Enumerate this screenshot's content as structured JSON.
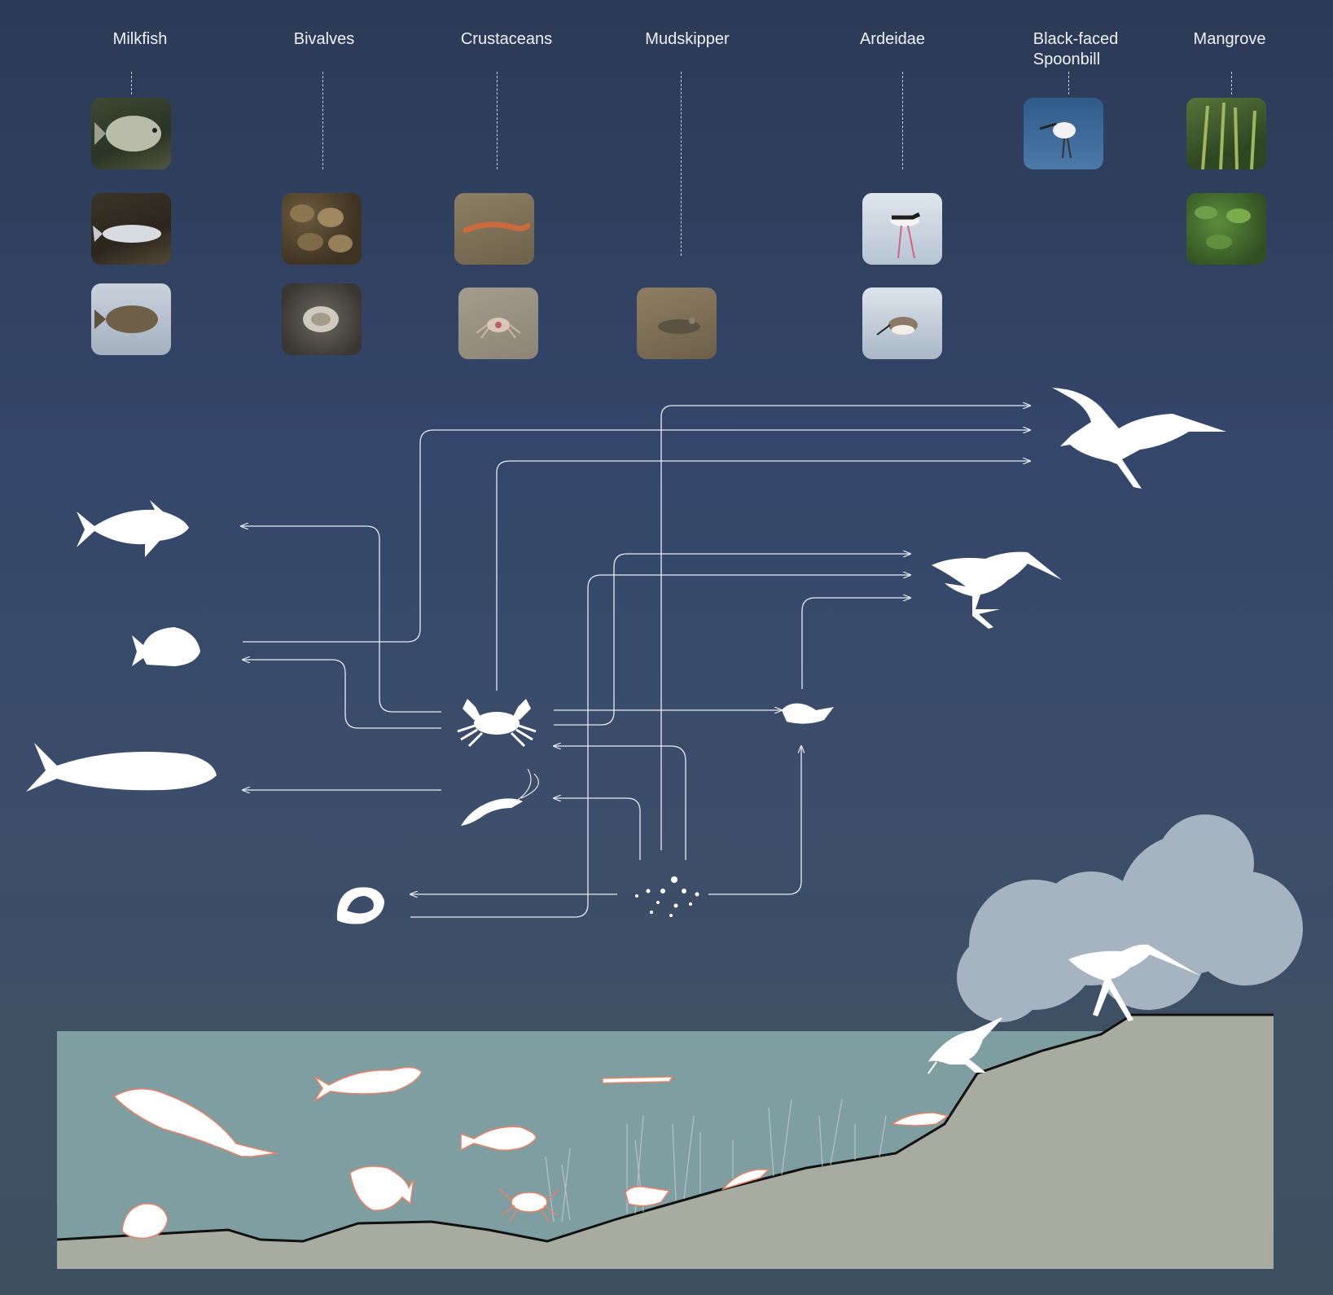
{
  "categories": [
    {
      "id": "milkfish",
      "label": "Milkfish"
    },
    {
      "id": "bivalves",
      "label": "Bivalves"
    },
    {
      "id": "crustaceans",
      "label": "Crustaceans"
    },
    {
      "id": "mudskipper",
      "label": "Mudskipper"
    },
    {
      "id": "ardeidae",
      "label": "Ardeidae"
    },
    {
      "id": "spoonbill",
      "label": "Black-faced\nSpoonbill"
    },
    {
      "id": "mangrove",
      "label": "Mangrove"
    }
  ],
  "colors": {
    "background_top": "#2b3a55",
    "line": "#e8edf4",
    "silhouette": "#ffffff",
    "water": "#7f9ea2",
    "sediment": "#a8ab9f",
    "accent_outline": "#e2836a"
  },
  "icons": [
    "milkfish-silhouette-icon",
    "tilapia-silhouette-icon",
    "tarpon-silhouette-icon",
    "spoonbill-silhouette-icon",
    "stilt-silhouette-icon",
    "crab-silhouette-icon",
    "shrimp-silhouette-icon",
    "mudskipper-silhouette-icon",
    "oyster-silhouette-icon",
    "detritus-icon"
  ]
}
